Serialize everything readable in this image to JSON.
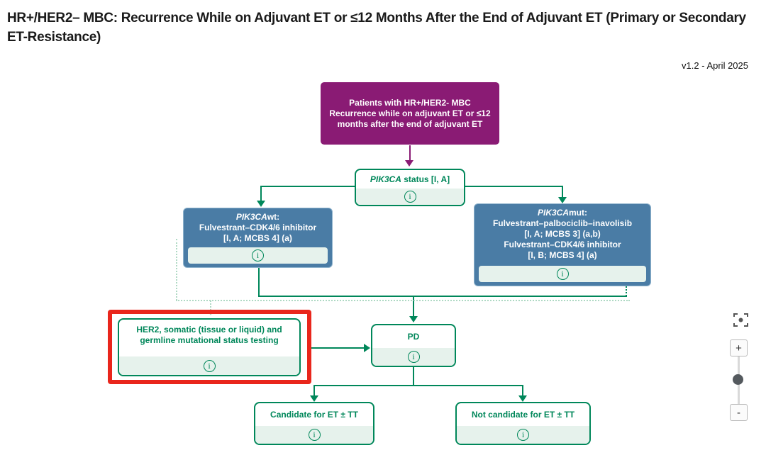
{
  "header": {
    "title": "HR+/HER2– MBC: Recurrence While on Adjuvant ET or ≤12 Months After the End of Adjuvant ET (Primary or Secondary ET-Resistance)",
    "version": "v1.2 - April 2025"
  },
  "flowchart": {
    "patients": {
      "text": "Patients with HR+/HER2- MBC Recurrence while on adjuvant ET or ≤12 months after the end of adjuvant ET"
    },
    "pik3ca_status": {
      "gene": "PIK3CA",
      "rest": " status [I, A]"
    },
    "pik3ca_wt": {
      "gene": "PIK3CA",
      "suffix": "wt:",
      "lines": [
        "Fulvestrant–CDK4/6 inhibitor",
        "[I, A; MCBS 4] (a)"
      ]
    },
    "pik3ca_mut": {
      "gene": "PIK3CA",
      "suffix": "mut:",
      "lines": [
        "Fulvestrant–palbociclib–inavolisib",
        "[I, A; MCBS 3] (a,b)",
        "Fulvestrant–CDK4/6 inhibitor",
        "[I, B; MCBS 4] (a)"
      ]
    },
    "her2_testing": {
      "lines": [
        "HER2, somatic (tissue or liquid) and",
        "germline mutational status testing"
      ]
    },
    "pd": {
      "label": "PD"
    },
    "candidate": {
      "label": "Candidate for ET ± TT"
    },
    "not_candidate": {
      "label": "Not candidate for ET ± TT"
    }
  },
  "icons": {
    "info": "i",
    "zoom_in": "+",
    "zoom_out": "-",
    "fit_view": "focus-brackets"
  },
  "colors": {
    "green": "#00875A",
    "purple": "#8A1B74",
    "blue": "#4A7CA5",
    "highlight_red": "#E9261C",
    "strip_green": "#E6F2EC",
    "dotted_light": "#AFD9C4"
  }
}
